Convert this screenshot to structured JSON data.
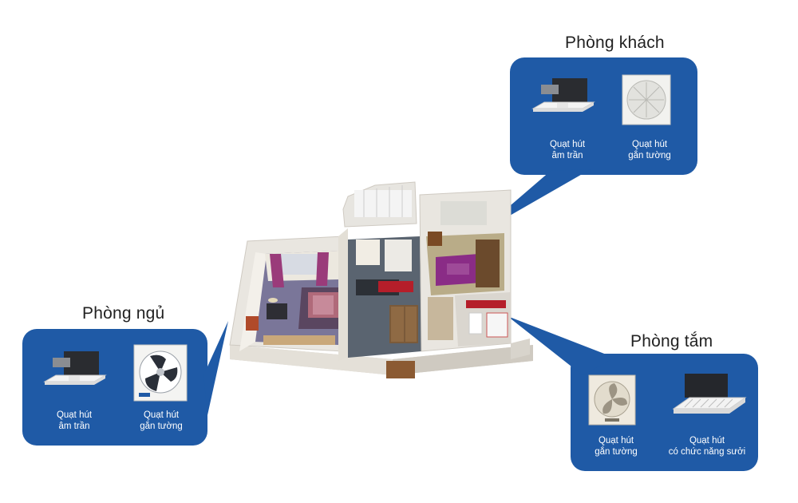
{
  "rooms": {
    "living": {
      "title": "Phòng khách",
      "products": [
        {
          "line1": "Quạt hút",
          "line2": "âm trần",
          "icon": "ceiling-fan-icon"
        },
        {
          "line1": "Quạt hút",
          "line2": "gắn tường",
          "icon": "wall-fan-icon"
        }
      ]
    },
    "bedroom": {
      "title": "Phòng ngủ",
      "products": [
        {
          "line1": "Quạt hút",
          "line2": "âm trần",
          "icon": "ceiling-fan-icon"
        },
        {
          "line1": "Quạt hút",
          "line2": "gắn tường",
          "icon": "wall-fan-icon"
        }
      ]
    },
    "bathroom": {
      "title": "Phòng tắm",
      "products": [
        {
          "line1": "Quạt hút",
          "line2": "gắn tường",
          "icon": "wall-fan-icon"
        },
        {
          "line1": "Quạt hút",
          "line2": "có chức năng sưởi",
          "icon": "heater-fan-icon"
        }
      ]
    }
  },
  "colors": {
    "panel": "#1f5aa6",
    "wall": "#e9e6e0",
    "floor_bedroom": "#6f6a8e",
    "floor_living": "#7a2e7a",
    "floor_kitchen": "#56606c"
  }
}
